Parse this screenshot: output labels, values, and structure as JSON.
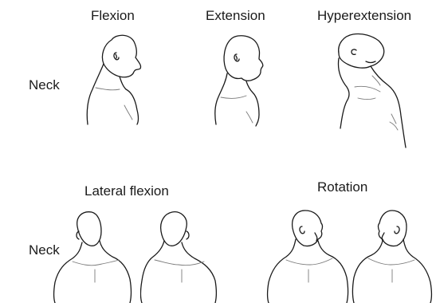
{
  "row1": {
    "side_label": "Neck",
    "movements": [
      "Flexion",
      "Extension",
      "Hyperextension"
    ]
  },
  "row2": {
    "side_label": "Neck",
    "groups": [
      "Lateral flexion",
      "Rotation"
    ]
  }
}
